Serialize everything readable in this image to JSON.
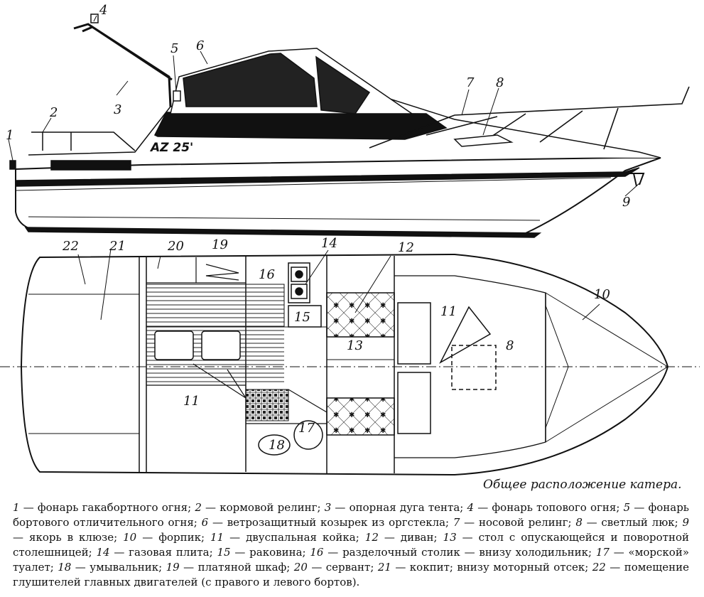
{
  "figure": {
    "model_label": "AZ 25'",
    "callouts": [
      "1",
      "2",
      "3",
      "4",
      "5",
      "6",
      "7",
      "8",
      "9",
      "10",
      "11",
      "11",
      "12",
      "13",
      "14",
      "15",
      "16",
      "17",
      "18",
      "19",
      "20",
      "21",
      "22"
    ]
  },
  "caption": {
    "title": "Общее расположение катера.",
    "legend": [
      {
        "num": "1",
        "text": "фонарь гакабортного огня;"
      },
      {
        "num": "2",
        "text": "кормовой релинг;"
      },
      {
        "num": "3",
        "text": "опорная дуга тента;"
      },
      {
        "num": "4",
        "text": "фонарь топового огня;"
      },
      {
        "num": "5",
        "text": "фонарь бортового отличительного огня;"
      },
      {
        "num": "6",
        "text": "ветрозащитный козырек из оргстекла;"
      },
      {
        "num": "7",
        "text": "носовой релинг;"
      },
      {
        "num": "8",
        "text": "светлый люк;"
      },
      {
        "num": "9",
        "text": "якорь в клюзе;"
      },
      {
        "num": "10",
        "text": "форпик;"
      },
      {
        "num": "11",
        "text": "двуспальная койка;"
      },
      {
        "num": "12",
        "text": "диван;"
      },
      {
        "num": "13",
        "text": "стол с опускающейся и поворотной столешницей;"
      },
      {
        "num": "14",
        "text": "газовая плита;"
      },
      {
        "num": "15",
        "text": "раковина;"
      },
      {
        "num": "16",
        "text": "разделочный столик — внизу холодильник;"
      },
      {
        "num": "17",
        "text": "«морской» туалет;"
      },
      {
        "num": "18",
        "text": "умывальник;"
      },
      {
        "num": "19",
        "text": "платяной шкаф;"
      },
      {
        "num": "20",
        "text": "сервант;"
      },
      {
        "num": "21",
        "text": "кокпит; внизу моторный отсек;"
      },
      {
        "num": "22",
        "text": "помещение глушителей главных двигателей (с правого и левого бортов)."
      }
    ]
  }
}
